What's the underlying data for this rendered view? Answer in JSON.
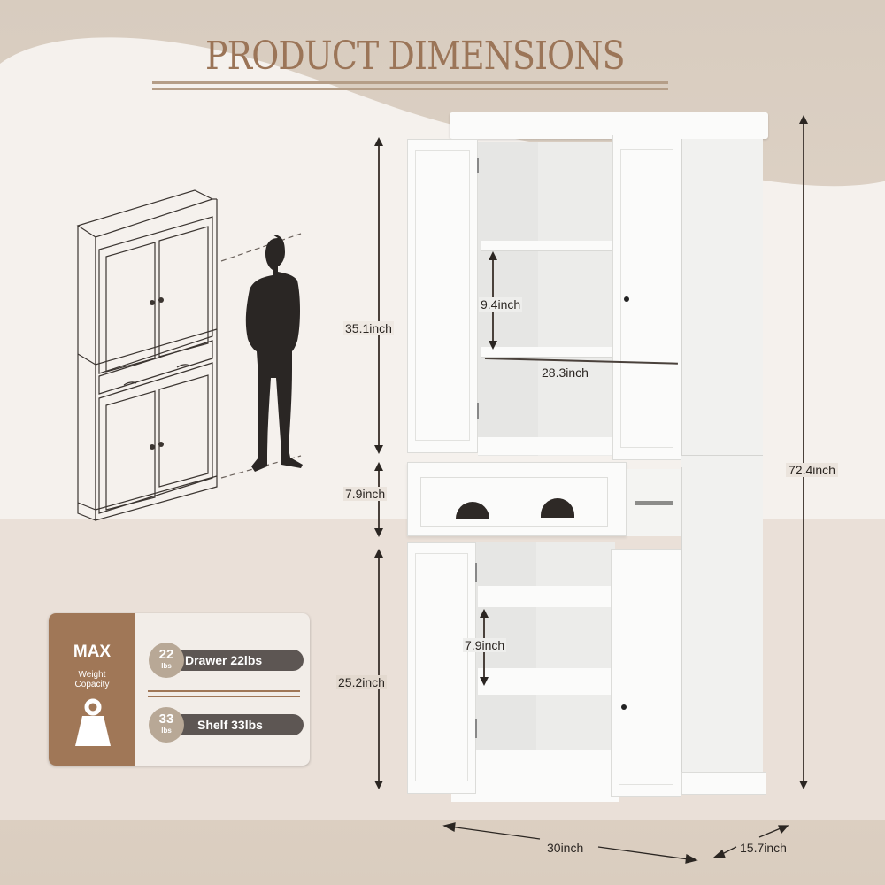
{
  "title": "PRODUCT DIMENSIONS",
  "colors": {
    "accent_brown": "#9b7558",
    "card_brown": "#a07757",
    "pill_gray": "#5d5653",
    "badge_tan": "#b8a896",
    "background": "#dcd0c3",
    "background_light": "#f5f1ed"
  },
  "dimensions": {
    "upper_cabinet_height": "35.1inch",
    "drawer_height": "7.9inch",
    "lower_cabinet_height": "25.2inch",
    "total_height": "72.4inch",
    "upper_shelf_spacing": "9.4inch",
    "interior_width": "28.3inch",
    "lower_shelf_spacing": "7.9inch",
    "width": "30inch",
    "depth": "15.7inch"
  },
  "weight_capacity": {
    "heading": "MAX",
    "label_line1": "Weight",
    "label_line2": "Copacity",
    "icon": "weight-icon",
    "items": [
      {
        "badge_number": "22",
        "badge_unit": "lbs",
        "label": "Drawer 22lbs"
      },
      {
        "badge_number": "33",
        "badge_unit": "lbs",
        "label": "Shelf 33lbs"
      }
    ]
  },
  "illustration": {
    "sketch": "cabinet-line-drawing",
    "silhouette": "person-silhouette"
  }
}
